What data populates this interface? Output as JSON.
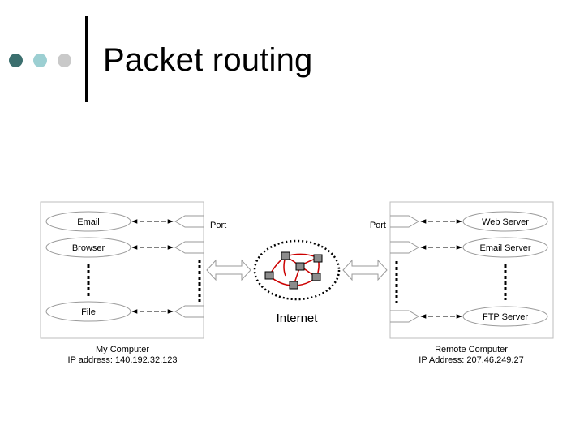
{
  "slide": {
    "title": "Packet routing"
  },
  "diagram": {
    "port_label": "Port",
    "internet_label": "Internet",
    "left": {
      "apps": [
        "Email",
        "Browser",
        "File"
      ],
      "caption_line1": "My Computer",
      "caption_line2": "IP address: 140.192.32.123"
    },
    "right": {
      "servers": [
        "Web Server",
        "Email Server",
        "FTP Server"
      ],
      "caption_line1": "Remote Computer",
      "caption_line2": "IP Address: 207.46.249.27"
    }
  },
  "colors": {
    "accent_dark_teal": "#3b6f6e",
    "accent_light_teal": "#9ccfd2",
    "accent_gray": "#c9c9c9",
    "internet_links": "#cc0000"
  }
}
